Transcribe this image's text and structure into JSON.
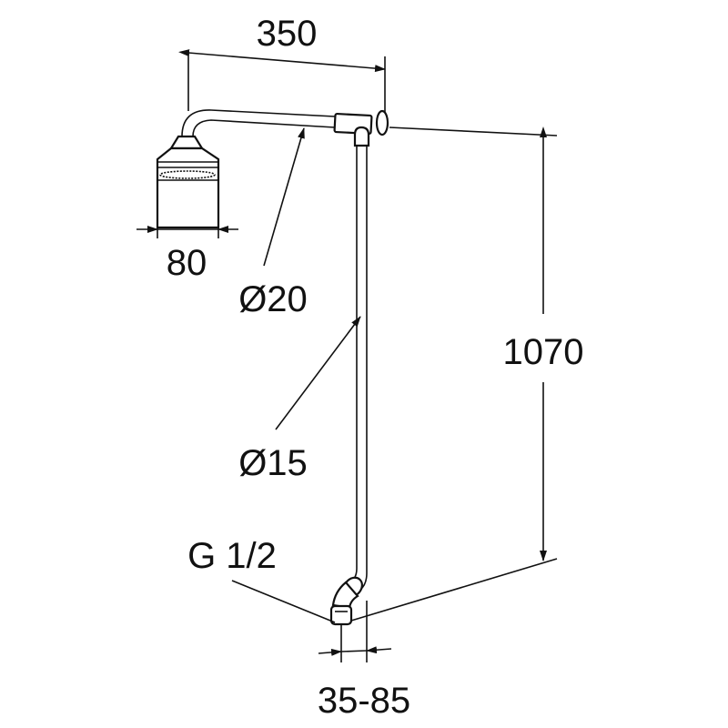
{
  "title": "Shower set dimension drawing",
  "dimensions": {
    "arm_length": "350",
    "head_diameter": "80",
    "arm_pipe_diameter": "Ø20",
    "riser_pipe_diameter": "Ø15",
    "height": "1070",
    "connection_thread": "G 1/2",
    "wall_offset": "35-85"
  },
  "colors": {
    "line": "#111111",
    "background": "#ffffff"
  }
}
